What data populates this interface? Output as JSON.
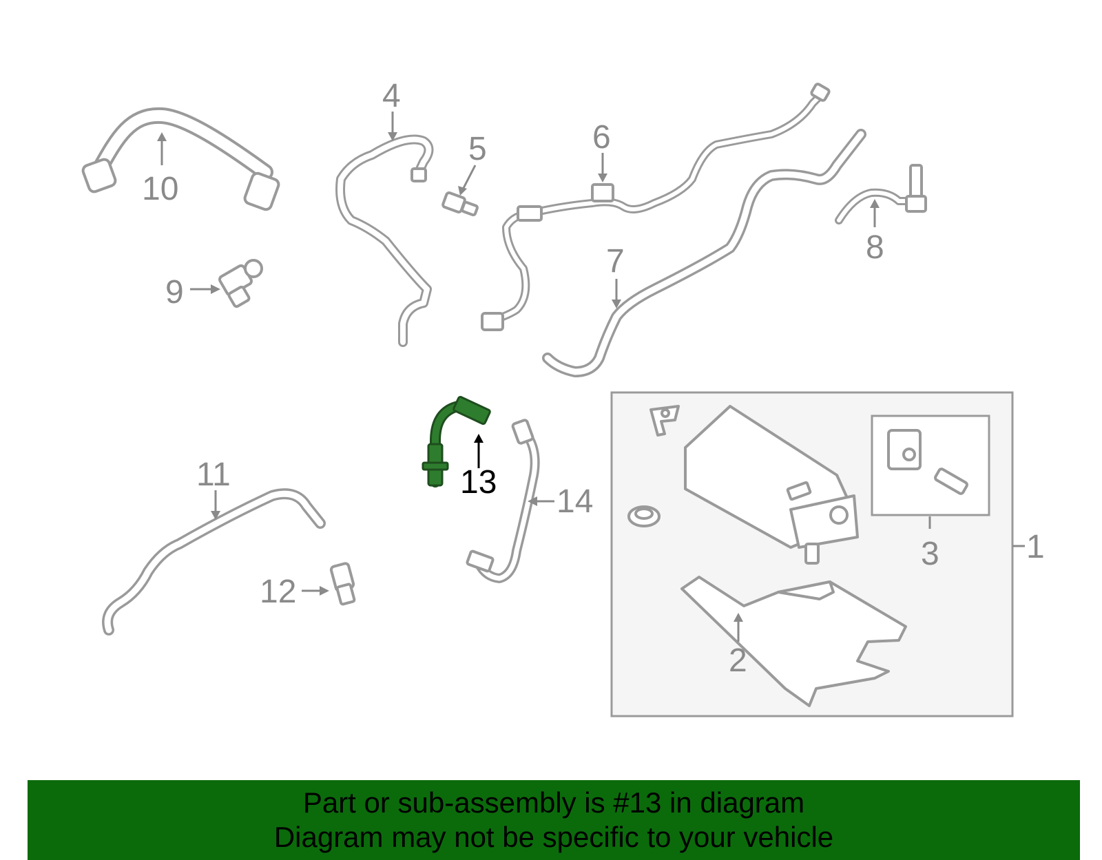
{
  "colors": {
    "highlight": "#0b6b0b",
    "part_stroke": "#9a9a9a",
    "label_gray": "#8a8a8a",
    "box_fill": "#f5f5f5"
  },
  "callouts": {
    "c1": "1",
    "c2": "2",
    "c3": "3",
    "c4": "4",
    "c5": "5",
    "c6": "6",
    "c7": "7",
    "c8": "8",
    "c9": "9",
    "c10": "10",
    "c11": "11",
    "c12": "12",
    "c13": "13",
    "c14": "14"
  },
  "highlighted_part": "13",
  "banner": {
    "line1": "Part or sub-assembly is #13 in diagram",
    "line2": "Diagram may not be specific to your vehicle"
  }
}
